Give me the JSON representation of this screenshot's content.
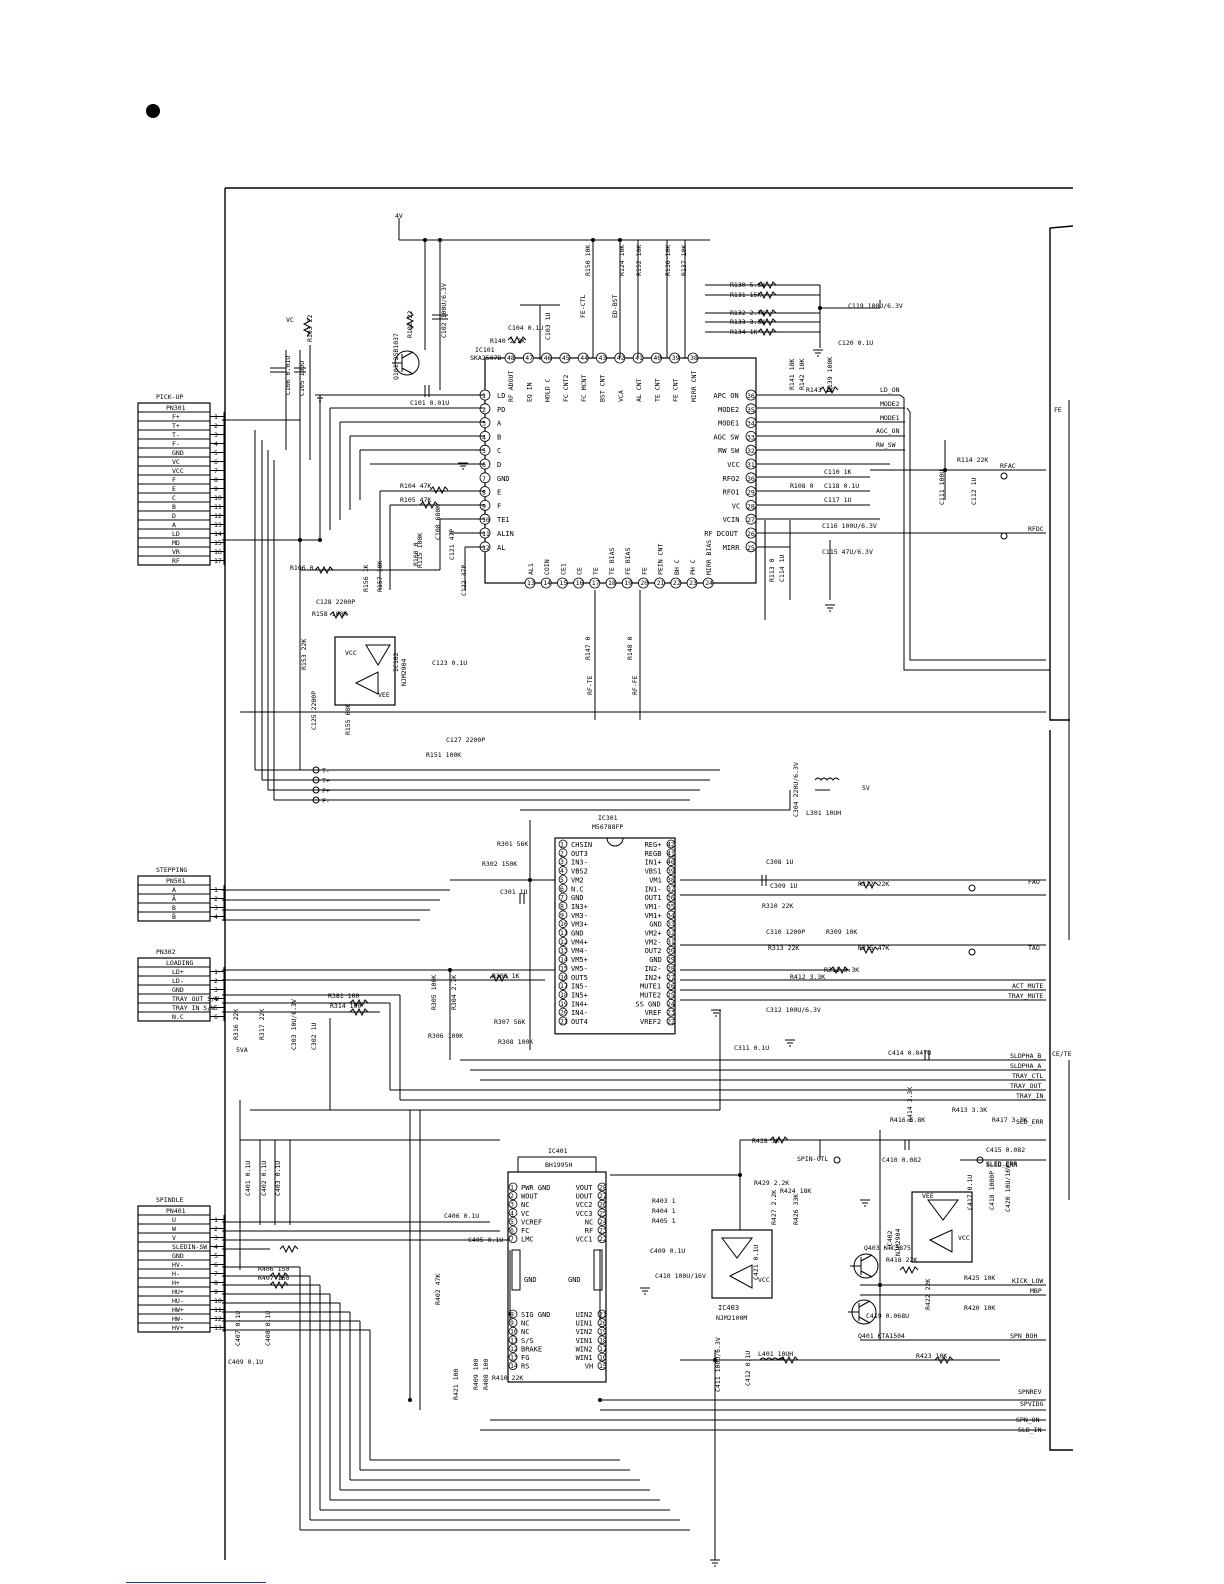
{
  "connectors": {
    "pickup": {
      "title": "PICK-UP",
      "ref": "PN301",
      "pins": [
        {
          "n": "1",
          "label": "F+"
        },
        {
          "n": "2",
          "label": "T+"
        },
        {
          "n": "3",
          "label": "T-"
        },
        {
          "n": "4",
          "label": "F-"
        },
        {
          "n": "5",
          "label": "GND"
        },
        {
          "n": "6",
          "label": "VC"
        },
        {
          "n": "7",
          "label": "VCC"
        },
        {
          "n": "8",
          "label": "F"
        },
        {
          "n": "9",
          "label": "E"
        },
        {
          "n": "10",
          "label": "C"
        },
        {
          "n": "11",
          "label": "B"
        },
        {
          "n": "12",
          "label": "D"
        },
        {
          "n": "13",
          "label": "A"
        },
        {
          "n": "14",
          "label": "LD"
        },
        {
          "n": "15",
          "label": "MD"
        },
        {
          "n": "16",
          "label": "VR"
        },
        {
          "n": "17",
          "label": "RF"
        }
      ]
    },
    "stepping": {
      "title": "STEPPING",
      "ref": "PN501",
      "pins": [
        {
          "n": "1",
          "label": "A"
        },
        {
          "n": "2",
          "label": "Ā"
        },
        {
          "n": "3",
          "label": "B"
        },
        {
          "n": "4",
          "label": "B̄"
        }
      ]
    },
    "loading": {
      "title": "PN302",
      "ref": "LOADING",
      "pins": [
        {
          "n": "1",
          "label": "LD+"
        },
        {
          "n": "2",
          "label": "LD-"
        },
        {
          "n": "3",
          "label": "GND"
        },
        {
          "n": "4",
          "label": "TRAY OUT S/W"
        },
        {
          "n": "5",
          "label": "TRAY IN S/W"
        },
        {
          "n": "6",
          "label": "N.C"
        }
      ]
    },
    "spindle": {
      "title": "SPINDLE",
      "ref": "PN401",
      "pins": [
        {
          "n": "1",
          "label": "U"
        },
        {
          "n": "2",
          "label": "W"
        },
        {
          "n": "3",
          "label": "V"
        },
        {
          "n": "4",
          "label": "SLEDIN-SW"
        },
        {
          "n": "5",
          "label": "GND"
        },
        {
          "n": "6",
          "label": "HV-"
        },
        {
          "n": "7",
          "label": "H-"
        },
        {
          "n": "8",
          "label": "H+"
        },
        {
          "n": "9",
          "label": "HU+"
        },
        {
          "n": "10",
          "label": "HU-"
        },
        {
          "n": "11",
          "label": "HW+"
        },
        {
          "n": "12",
          "label": "HW-"
        },
        {
          "n": "13",
          "label": "HV+"
        }
      ]
    }
  },
  "ic101": {
    "ref": "IC101",
    "part": "SKA2507B",
    "top_pins": [
      "RF ADOUT",
      "EQ IN",
      "HOLD C",
      "FC CNT2",
      "FC MCNT",
      "BST CNT",
      "VCA",
      "AL CNT",
      "TE CNT",
      "FE CNT",
      "MIRR CNT"
    ],
    "left_pins": [
      {
        "n": "1",
        "label": "LD"
      },
      {
        "n": "2",
        "label": "PD"
      },
      {
        "n": "3",
        "label": "A"
      },
      {
        "n": "4",
        "label": "B"
      },
      {
        "n": "5",
        "label": "C"
      },
      {
        "n": "6",
        "label": "D"
      },
      {
        "n": "7",
        "label": "GND"
      },
      {
        "n": "8",
        "label": "E"
      },
      {
        "n": "9",
        "label": "F"
      },
      {
        "n": "10",
        "label": "TE1"
      },
      {
        "n": "11",
        "label": "ALIN"
      },
      {
        "n": "12",
        "label": "AL"
      }
    ],
    "right_pins": [
      {
        "n": "36",
        "label": "APC ON"
      },
      {
        "n": "35",
        "label": "MODE2"
      },
      {
        "n": "34",
        "label": "MODE1"
      },
      {
        "n": "33",
        "label": "AGC SW"
      },
      {
        "n": "32",
        "label": "RW SW"
      },
      {
        "n": "31",
        "label": "VCC"
      },
      {
        "n": "30",
        "label": "RFO2"
      },
      {
        "n": "29",
        "label": "RFO1"
      },
      {
        "n": "28",
        "label": "VC"
      },
      {
        "n": "27",
        "label": "VCIN"
      },
      {
        "n": "26",
        "label": "RF DCOUT"
      },
      {
        "n": "25",
        "label": "MIRR"
      }
    ],
    "bottom_pins": [
      "AL1",
      "COIN",
      "CE1",
      "CE",
      "TE",
      "TE BIAS",
      "FE BIAS",
      "FE",
      "PEIN CNT",
      "BH C",
      "PH C",
      "MIRR BIAS"
    ]
  },
  "ic301": {
    "ref": "IC301",
    "part": "M56788FP",
    "left_pins": [
      {
        "n": "1",
        "label": "CHSIN"
      },
      {
        "n": "2",
        "label": "OUT3"
      },
      {
        "n": "3",
        "label": "IN3-"
      },
      {
        "n": "4",
        "label": "VBS2"
      },
      {
        "n": "5",
        "label": "VM2"
      },
      {
        "n": "6",
        "label": "N.C"
      },
      {
        "n": "7",
        "label": "GND"
      },
      {
        "n": "8",
        "label": "IN3+"
      },
      {
        "n": "9",
        "label": "VM3-"
      },
      {
        "n": "10",
        "label": "VM3+"
      },
      {
        "n": "11",
        "label": "GND"
      },
      {
        "n": "12",
        "label": "VM4+"
      },
      {
        "n": "13",
        "label": "VM4-"
      },
      {
        "n": "14",
        "label": "VM5+"
      },
      {
        "n": "15",
        "label": "VM5-"
      },
      {
        "n": "16",
        "label": "OUT5"
      },
      {
        "n": "17",
        "label": "IN5-"
      },
      {
        "n": "18",
        "label": "IN5+"
      },
      {
        "n": "19",
        "label": "IN4+"
      },
      {
        "n": "20",
        "label": "IN4-"
      },
      {
        "n": "21",
        "label": "OUT4"
      }
    ],
    "right_pins": [
      {
        "n": "42",
        "label": "REG+"
      },
      {
        "n": "41",
        "label": "REGB"
      },
      {
        "n": "40",
        "label": "IN1+"
      },
      {
        "n": "39",
        "label": "VBS1"
      },
      {
        "n": "38",
        "label": "VM1"
      },
      {
        "n": "37",
        "label": "IN1-"
      },
      {
        "n": "36",
        "label": "OUT1"
      },
      {
        "n": "35",
        "label": "VM1-"
      },
      {
        "n": "34",
        "label": "VM1+"
      },
      {
        "n": "33",
        "label": "GND"
      },
      {
        "n": "32",
        "label": "VM2+"
      },
      {
        "n": "31",
        "label": "VM2-"
      },
      {
        "n": "30",
        "label": "OUT2"
      },
      {
        "n": "29",
        "label": "GND"
      },
      {
        "n": "28",
        "label": "IN2-"
      },
      {
        "n": "27",
        "label": "IN2+"
      },
      {
        "n": "26",
        "label": "MUTE1"
      },
      {
        "n": "25",
        "label": "MUTE2"
      },
      {
        "n": "24",
        "label": "SS GND"
      },
      {
        "n": "23",
        "label": "VREF"
      },
      {
        "n": "22",
        "label": "VREF2"
      }
    ]
  },
  "ic401": {
    "ref": "IC401",
    "part": "BH1995H",
    "left_top": [
      {
        "n": "1",
        "label": "PWR GND"
      },
      {
        "n": "2",
        "label": "WOUT"
      },
      {
        "n": "3",
        "label": "NC"
      },
      {
        "n": "4",
        "label": "VC"
      },
      {
        "n": "5",
        "label": "VCREF"
      },
      {
        "n": "6",
        "label": "FC"
      },
      {
        "n": "7",
        "label": "LMC"
      }
    ],
    "right_top": [
      {
        "n": "28",
        "label": "VOUT"
      },
      {
        "n": "27",
        "label": "UOUT"
      },
      {
        "n": "26",
        "label": "VCC2"
      },
      {
        "n": "25",
        "label": "VCC3"
      },
      {
        "n": "24",
        "label": "NC"
      },
      {
        "n": "23",
        "label": "RF"
      },
      {
        "n": "22",
        "label": "VCC1"
      }
    ],
    "left_bottom": [
      {
        "n": "8",
        "label": "SIG GND"
      },
      {
        "n": "9",
        "label": "NC"
      },
      {
        "n": "10",
        "label": "NC"
      },
      {
        "n": "11",
        "label": "S/S"
      },
      {
        "n": "12",
        "label": "BRAKE"
      },
      {
        "n": "13",
        "label": "FG"
      },
      {
        "n": "14",
        "label": "RS"
      }
    ],
    "right_bottom": [
      {
        "n": "21",
        "label": "UIN2"
      },
      {
        "n": "20",
        "label": "UIN1"
      },
      {
        "n": "19",
        "label": "VIN2"
      },
      {
        "n": "18",
        "label": "VIN1"
      },
      {
        "n": "17",
        "label": "WIN2"
      },
      {
        "n": "16",
        "label": "WIN1"
      },
      {
        "n": "15",
        "label": "VH"
      }
    ],
    "gnd_left": "GND",
    "gnd_right": "GND"
  },
  "small_ics": [
    {
      "ref": "IC102",
      "part": "NJM2904"
    },
    {
      "ref": "IC403",
      "part": "NJM2100M"
    },
    {
      "ref": "IC402",
      "part": "NJM2904"
    }
  ],
  "right_signals": [
    "LD_ON",
    "MODE2",
    "MODE1",
    "AGC_ON",
    "RW_SW",
    "RFAC",
    "RFDC",
    "FAO",
    "TAO",
    "ACT_MUTE",
    "TRAY_MUTE",
    "SLDPHA_B",
    "SLDPHA_A",
    "TRAY_CTL",
    "TRAY_OUT",
    "TRAY_IN",
    "SLD_ERR",
    "SLED_ERR",
    "KICK_LOW",
    "MBP",
    "SPN_BOH",
    "SPNREV",
    "SPVIDG",
    "SPN_ON",
    "SLD_IN"
  ],
  "misc_labels": {
    "pickup_taps": [
      "T-",
      "T+",
      "F+",
      "F-"
    ],
    "spin_ctl": "SPIN-CTL",
    "sled_err": "SLED-ERR",
    "fe_ctl": "FE-CTL",
    "ed_bst": "ED-BST",
    "rf_te": "RF-TE",
    "rf_fe": "RF-FE",
    "supply_4v": "4V",
    "supply_5v": "5V",
    "vc": "VC",
    "sva": "5VA",
    "fe_edge": "FE",
    "cete_edge": "CE/TE"
  },
  "components": [
    "R103 22",
    "Q101 2SB1037",
    "R102 22",
    "C102 100U/6.3V",
    "C106 0.01U",
    "C105 100U",
    "R140 2.2K",
    "C104 0.1U",
    "C103 1U",
    "R150 10K",
    "R124 10K",
    "R152 10K",
    "R136 10K",
    "R137 10K",
    "R130 5.6K",
    "R131 15K",
    "R132 2.7K",
    "R133 3.3K",
    "R134 1K",
    "C119 100U/6.3V",
    "C120 0.1U",
    "R141 18K",
    "R142 10K",
    "R139 100K",
    "R143 1K",
    "R114 22K",
    "C111 100U",
    "C112 1U",
    "C110 1K",
    "R108 0",
    "C118 0.1U",
    "C117 1U",
    "C116 100U/6.3V",
    "C115 47U/6.3V",
    "C114 1U",
    "R113 0",
    "C101 0.01U",
    "R104 47K",
    "R105 47K",
    "R160 0",
    "C108 680K",
    "C121 47P",
    "C122 47P",
    "R115 100K",
    "R106 0",
    "R156 1K",
    "R157 10K",
    "C128 2200P",
    "R158 100K",
    "R153 22K",
    "C123 0.1U",
    "C125 2200P",
    "R155 68K",
    "C127 2200P",
    "R151 100K",
    "R147 0",
    "R148 0",
    "C304 220U/6.3V",
    "L301 10UH",
    "R301 56K",
    "R302 150K",
    "C301 1U",
    "C308 1U",
    "C309 1U",
    "R312 22K",
    "R310 22K",
    "C310 1200P",
    "R309 10K",
    "R313 22K",
    "R315 47K",
    "R311 3.3K",
    "R412 3.3K",
    "R303 1K",
    "R305 100K",
    "R304 2.7K",
    "R307 56K",
    "R306 100K",
    "R308 100K",
    "C312 100U/6.3V",
    "C311 0.1U",
    "R381 100",
    "R314 100",
    "R316 22K",
    "R317 22K",
    "C303 10U/6.3V",
    "C302 1U",
    "C414 0.047U",
    "R416 6.8K",
    "R414 3.3K",
    "R413 3.3K",
    "R417 3.3K",
    "R428 1K",
    "C410 0.082",
    "C415 0.082",
    "R429 2.2K",
    "R424 18K",
    "R427 2.2K",
    "R426 33K",
    "C421 0.1U",
    "C406 0.1U",
    "C405 0.1U",
    "C409 0.1U",
    "C410 100U/16V",
    "R402 47K",
    "R403 1",
    "R404 1",
    "R405 1",
    "Q403 KTC3875",
    "R418 22K",
    "C417 0.1U",
    "C418 1000P",
    "C420 10U/16V",
    "R425 10K",
    "R420 10K",
    "Q401 KTA1504",
    "C419 0.068U",
    "R422 22K",
    "R423 10K",
    "L401 10UH",
    "C412 0.1U",
    "C411 100U/6.3V",
    "R421 100",
    "R406 150",
    "R407 150",
    "C407 0.1U",
    "C408 0.1U",
    "C409 0.1U",
    "R408 100",
    "R409 100",
    "R410 22K",
    "C401 0.1U",
    "C402 0.1U",
    "C403 0.1U"
  ]
}
